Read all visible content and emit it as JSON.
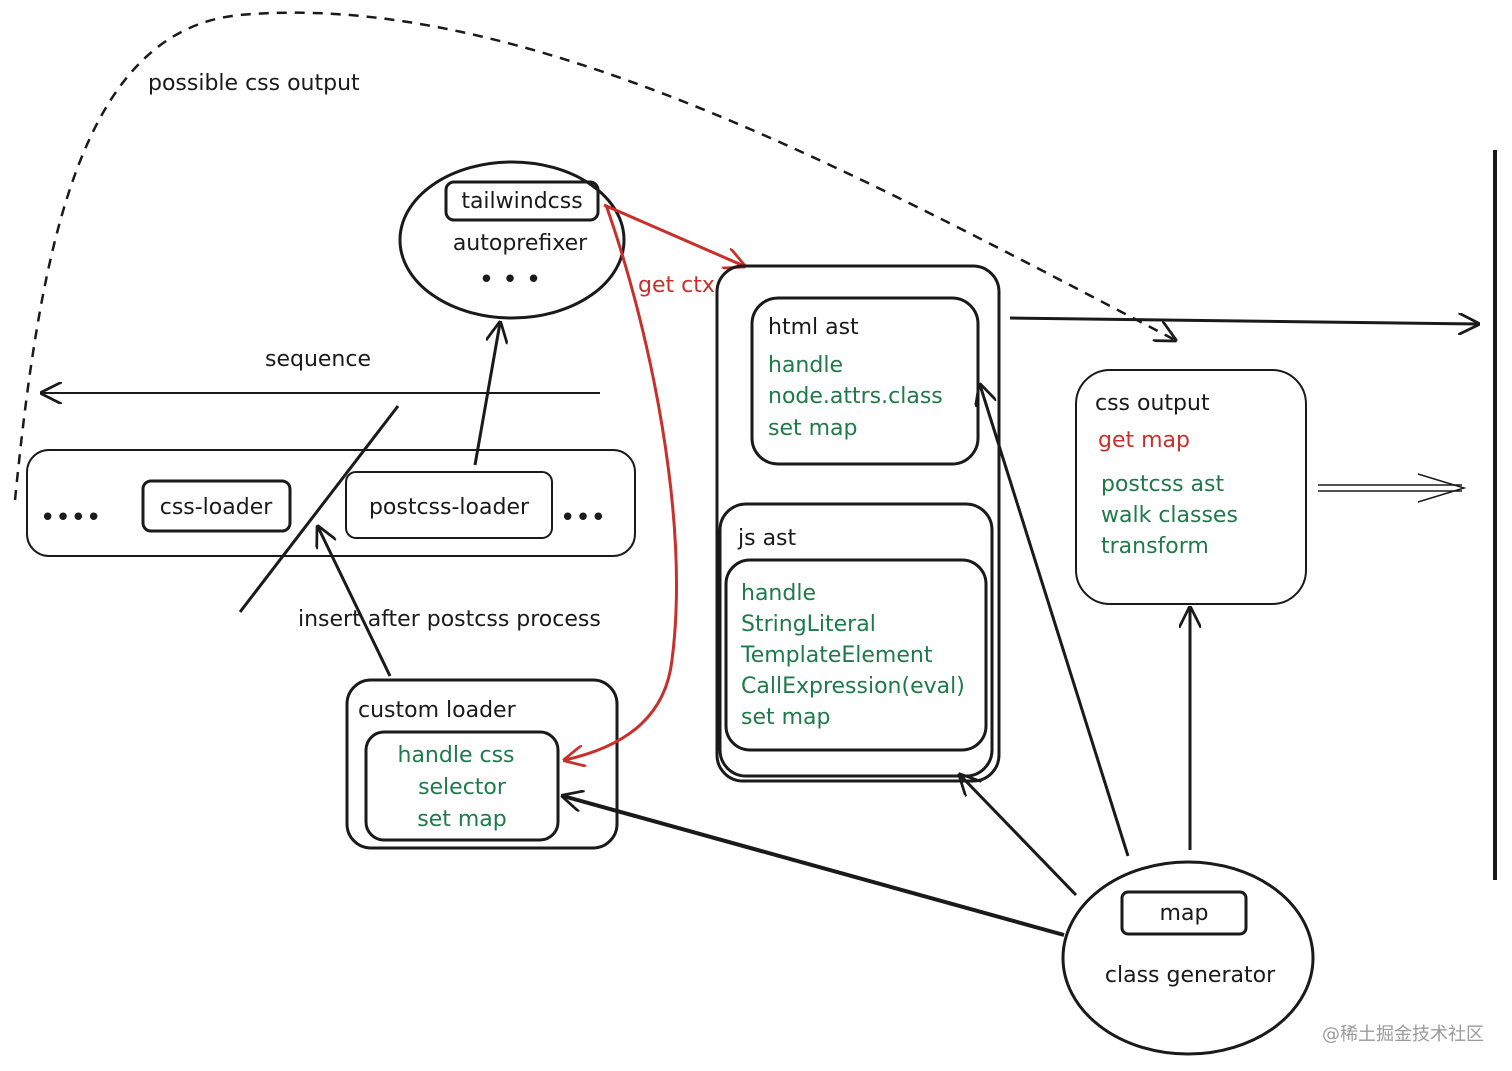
{
  "colors": {
    "ink": "#1a1a1a",
    "green": "#1f7a4a",
    "red": "#c8302c",
    "watermark": "#9a9a9a"
  },
  "labels": {
    "possible_css_output": "possible css output",
    "sequence": "sequence",
    "insert_after": "insert after postcss process",
    "get_ctx": "get ctx",
    "watermark": "@稀土掘金技术社区"
  },
  "plugins": {
    "tailwindcss": "tailwindcss",
    "autoprefixer": "autoprefixer",
    "more": "• • •"
  },
  "loaders": {
    "dots_left": "••••",
    "css_loader": "css-loader",
    "postcss_loader": "postcss-loader",
    "dots_right": "•••"
  },
  "custom_loader": {
    "title": "custom loader",
    "lines": [
      "handle css",
      "selector",
      "set map"
    ]
  },
  "html_ast": {
    "title": "html ast",
    "lines": [
      "handle",
      "node.attrs.class",
      "set map"
    ]
  },
  "js_ast": {
    "title": "js ast",
    "lines": [
      "handle",
      "StringLiteral",
      "TemplateElement",
      "CallExpression(eval)",
      "set map"
    ]
  },
  "css_output": {
    "title": "css output",
    "red_line": "get map",
    "lines": [
      "postcss ast",
      "walk classes",
      "transform"
    ]
  },
  "class_generator": {
    "map": "map",
    "title": "class generator"
  }
}
